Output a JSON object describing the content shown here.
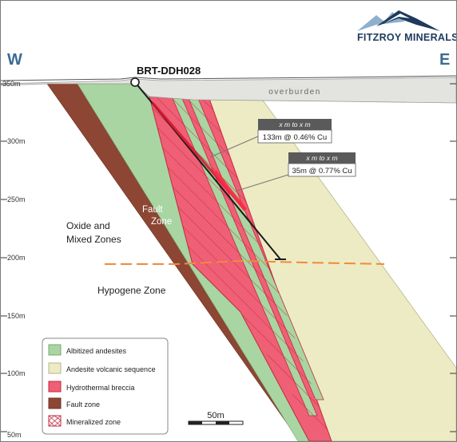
{
  "brand": {
    "name": "FITZROY MINERALS",
    "colors": {
      "navy": "#1e3a5c",
      "light_blue": "#8fb0cc"
    }
  },
  "compass": {
    "west": "W",
    "east": "E"
  },
  "drillhole": {
    "name": "BRT-DDH028"
  },
  "surface_label": "overburden",
  "y_axis": {
    "ticks": [
      "350m",
      "300m",
      "250m",
      "200m",
      "150m",
      "100m",
      "50m"
    ]
  },
  "intercepts": [
    {
      "title": "x m to x m",
      "result": "133m @ 0.46% Cu"
    },
    {
      "title": "x m to x m",
      "result": "35m @ 0.77% Cu"
    }
  ],
  "zone_labels": {
    "fault_zone_line1": "Fault",
    "fault_zone_line2": "Zone",
    "oxide_line1": "Oxide and",
    "oxide_line2": "Mixed Zones",
    "hypogene": "Hypogene Zone"
  },
  "legend": [
    {
      "label": "Albitized andesites",
      "color": "#a8d5a2"
    },
    {
      "label": "Andesite volcanic sequence",
      "color": "#ecebc4"
    },
    {
      "label": "Hydrothermal breccia",
      "color": "#ef5f76"
    },
    {
      "label": "Fault zone",
      "color": "#8c4633"
    },
    {
      "label": "Mineralized zone",
      "color": "#ffffff"
    }
  ],
  "scale_bar": {
    "label": "50m"
  }
}
